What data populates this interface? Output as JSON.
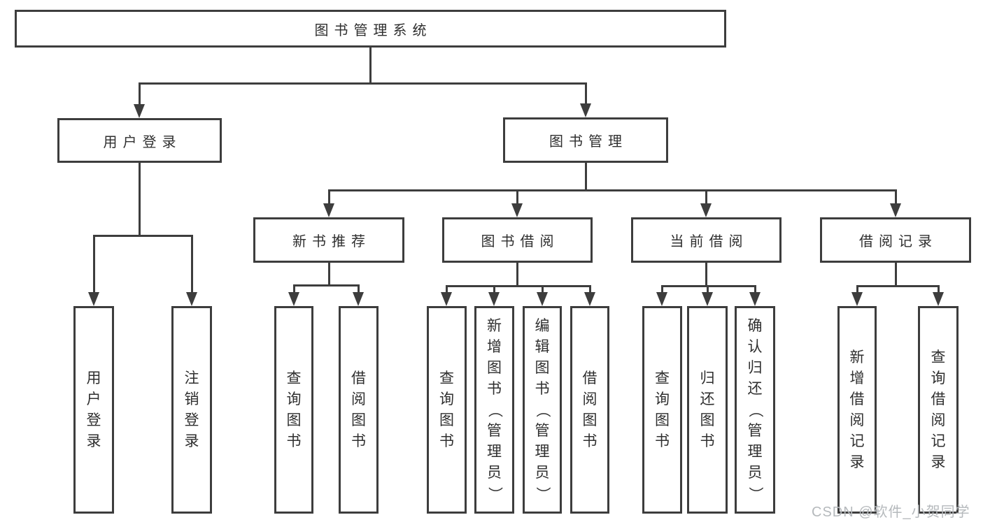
{
  "diagram": {
    "title": "图书管理系统",
    "nodes": [
      {
        "id": "root",
        "label": "图书管理系统",
        "shape": "horizontal",
        "parent": null
      },
      {
        "id": "user-login",
        "label": "用户登录",
        "shape": "horizontal",
        "parent": "root"
      },
      {
        "id": "book-management",
        "label": "图书管理",
        "shape": "horizontal",
        "parent": "root"
      },
      {
        "id": "login",
        "label": "用户登录",
        "shape": "vertical",
        "parent": "user-login"
      },
      {
        "id": "logout",
        "label": "注销登录",
        "shape": "vertical",
        "parent": "user-login"
      },
      {
        "id": "new-book-recommend",
        "label": "新书推荐",
        "shape": "horizontal",
        "parent": "book-management"
      },
      {
        "id": "book-borrowing",
        "label": "图书借阅",
        "shape": "horizontal",
        "parent": "book-management"
      },
      {
        "id": "current-borrowing",
        "label": "当前借阅",
        "shape": "horizontal",
        "parent": "book-management"
      },
      {
        "id": "borrowing-records",
        "label": "借阅记录",
        "shape": "horizontal",
        "parent": "book-management"
      },
      {
        "id": "query-books-1",
        "label": "查询图书",
        "shape": "vertical",
        "parent": "new-book-recommend"
      },
      {
        "id": "borrow-books-1",
        "label": "借阅图书",
        "shape": "vertical",
        "parent": "new-book-recommend"
      },
      {
        "id": "query-books-2",
        "label": "查询图书",
        "shape": "vertical",
        "parent": "book-borrowing"
      },
      {
        "id": "add-books",
        "label": "新增图书（管理员）",
        "shape": "vertical",
        "parent": "book-borrowing"
      },
      {
        "id": "edit-books",
        "label": "编辑图书（管理员）",
        "shape": "vertical",
        "parent": "book-borrowing"
      },
      {
        "id": "borrow-books-2",
        "label": "借阅图书",
        "shape": "vertical",
        "parent": "book-borrowing"
      },
      {
        "id": "query-books-3",
        "label": "查询图书",
        "shape": "vertical",
        "parent": "current-borrowing"
      },
      {
        "id": "return-books",
        "label": "归还图书",
        "shape": "vertical",
        "parent": "current-borrowing"
      },
      {
        "id": "confirm-return",
        "label": "确认归还（管理员）",
        "shape": "vertical",
        "parent": "current-borrowing"
      },
      {
        "id": "add-borrow-record",
        "label": "新增借阅记录",
        "shape": "vertical",
        "parent": "borrowing-records"
      },
      {
        "id": "query-borrow-record",
        "label": "查询借阅记录",
        "shape": "vertical",
        "parent": "borrowing-records"
      }
    ],
    "watermark": "CSDN @软件_小贺同学",
    "colors": {
      "line": "#3d3d3d",
      "text": "#2f2f2f",
      "watermark": "#b5b9bc",
      "background": "#ffffff"
    }
  }
}
